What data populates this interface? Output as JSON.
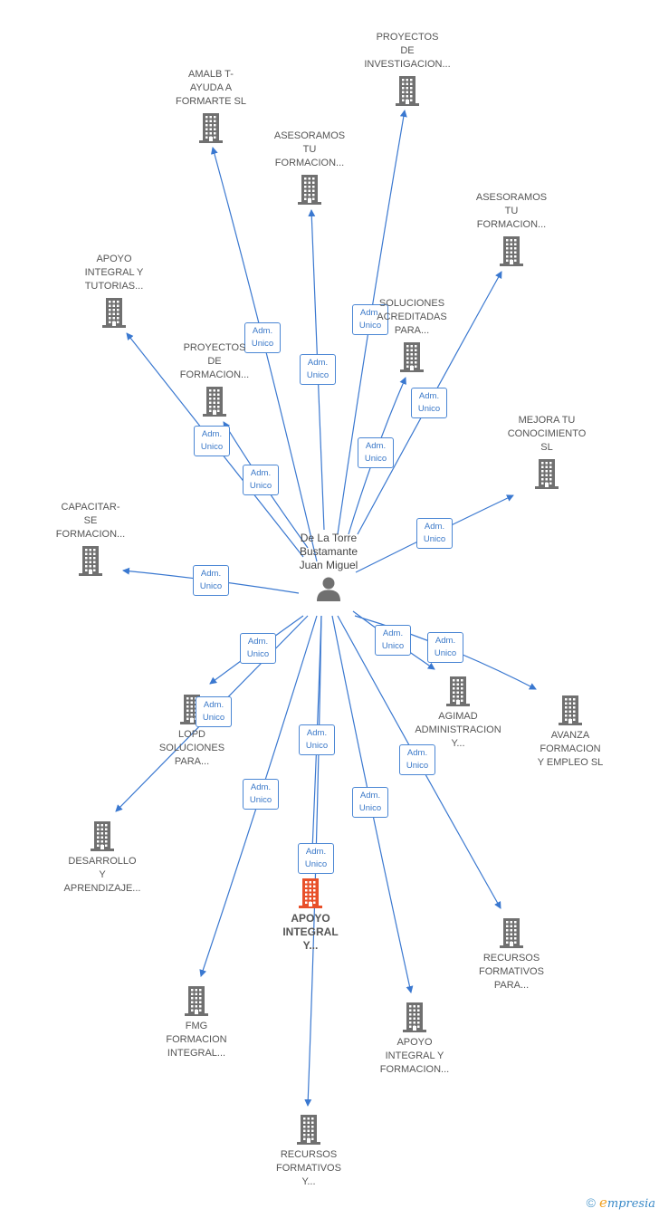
{
  "center": {
    "name": "De La Torre\nBustamante\nJuan Miguel"
  },
  "edge_label": {
    "line1": "Adm.",
    "line2": "Unico"
  },
  "colors": {
    "edge": "#3a78d0",
    "node": "#707070",
    "highlight": "#e8502a"
  },
  "companies": [
    {
      "id": "amalb",
      "name": "AMALB T-\nAYUDA A\nFORMARTE SL"
    },
    {
      "id": "proyectos-investigacion",
      "name": "PROYECTOS\nDE\nINVESTIGACION..."
    },
    {
      "id": "asesoramos-1",
      "name": "ASESORAMOS\nTU\nFORMACION..."
    },
    {
      "id": "asesoramos-2",
      "name": "ASESORAMOS\nTU\nFORMACION..."
    },
    {
      "id": "apoyo-tutorias",
      "name": "APOYO\nINTEGRAL Y\nTUTORIAS..."
    },
    {
      "id": "soluciones-acreditadas",
      "name": "SOLUCIONES\nACREDITADAS\nPARA..."
    },
    {
      "id": "proyectos-formacion",
      "name": "PROYECTOS\nDE\nFORMACION..."
    },
    {
      "id": "mejora",
      "name": "MEJORA TU\nCONOCIMIENTO\nSL"
    },
    {
      "id": "capacitar",
      "name": "CAPACITAR-\nSE\nFORMACION..."
    },
    {
      "id": "agimad",
      "name": "AGIMAD\nADMINISTRACION\nY..."
    },
    {
      "id": "avanza",
      "name": "AVANZA\nFORMACION\nY EMPLEO SL"
    },
    {
      "id": "lopd",
      "name": "LOPD\nSOLUCIONES\nPARA..."
    },
    {
      "id": "desarrollo",
      "name": "DESARROLLO\nY\nAPRENDIZAJE..."
    },
    {
      "id": "apoyo-integral-y",
      "name": "APOYO\nINTEGRAL\nY...",
      "highlight": true
    },
    {
      "id": "recursos-para",
      "name": "RECURSOS\nFORMATIVOS\nPARA..."
    },
    {
      "id": "fmg",
      "name": "FMG\nFORMACION\nINTEGRAL..."
    },
    {
      "id": "apoyo-formacion",
      "name": "APOYO\nINTEGRAL Y\nFORMACION..."
    },
    {
      "id": "recursos-y",
      "name": "RECURSOS\nFORMATIVOS\nY..."
    }
  ],
  "footer": {
    "copyright": "©",
    "brand_e": "e",
    "brand_rest": "mpresia"
  }
}
